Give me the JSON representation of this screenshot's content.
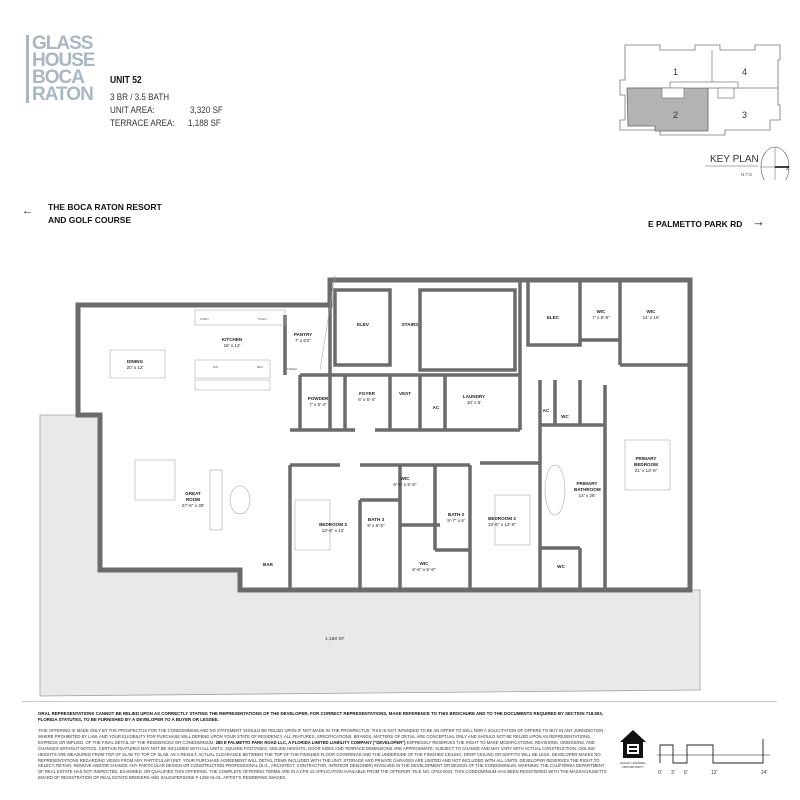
{
  "brand": {
    "logo_lines": [
      "GLASS",
      "HOUSE",
      "BOCA",
      "RATON"
    ]
  },
  "unit": {
    "title": "UNIT 52",
    "beds_baths": "3 BR / 3.5 BATH",
    "unit_area_label": "UNIT AREA:",
    "unit_area_value": "3,320 SF",
    "terrace_area_label": "TERRACE AREA:",
    "terrace_area_value": "1,188 SF"
  },
  "key_plan": {
    "title": "KEY PLAN",
    "subtitle": "N.T.S",
    "units": [
      "1",
      "2",
      "3",
      "4"
    ],
    "highlighted_unit": "2",
    "north_label": "Z",
    "highlight_color": "#b3b3b3"
  },
  "directions": {
    "left_line1": "THE BOCA RATON RESORT",
    "left_line2": "AND GOLF COURSE",
    "right": "E PALMETTO PARK RD"
  },
  "rooms": [
    {
      "name": "DINING",
      "dim": "20' x 12'"
    },
    {
      "name": "KITCHEN",
      "dim": "15' x 12'"
    },
    {
      "name": "PANTRY",
      "dim": "7' x 6'2\""
    },
    {
      "name": "POWDER",
      "dim": "7' x 5'-4\""
    },
    {
      "name": "ELEV",
      "dim": ""
    },
    {
      "name": "STAIRS",
      "dim": ""
    },
    {
      "name": "FOYER",
      "dim": "6' x 5'-4\""
    },
    {
      "name": "VEST",
      "dim": ""
    },
    {
      "name": "AC",
      "dim": ""
    },
    {
      "name": "LAUNDRY",
      "dim": "10' x 5'"
    },
    {
      "name": "ELEC",
      "dim": ""
    },
    {
      "name": "WIC",
      "dim": "7' x 6'-8\""
    },
    {
      "name": "WIC",
      "dim": "14' x 15'"
    },
    {
      "name": "AC",
      "dim": ""
    },
    {
      "name": "WC",
      "dim": ""
    },
    {
      "name": "GREAT ROOM",
      "dim": "27'-6\" x 30'"
    },
    {
      "name": "BEDROOM 3",
      "dim": "13'-6\" x 12'"
    },
    {
      "name": "BATH 3",
      "dim": "9' x 6'-5\""
    },
    {
      "name": "WIC",
      "dim": "6'-6\" x 5'-6\""
    },
    {
      "name": "BATH 2",
      "dim": "9'-7\" x 6'"
    },
    {
      "name": "WIC",
      "dim": "6'-6\" x 5'-6\""
    },
    {
      "name": "BAR",
      "dim": ""
    },
    {
      "name": "BEDROOM 2",
      "dim": "13'-6\" x 12'-6\""
    },
    {
      "name": "PRIMARY BATHROOM",
      "dim": "14' x 26'"
    },
    {
      "name": "PRIMARY BEDROOM",
      "dim": "21' x 13'-6\""
    },
    {
      "name": "WC",
      "dim": ""
    }
  ],
  "appliance_labels": {
    "oven1": "OVEN",
    "oven2": "OVEN",
    "freezer": "FREEZ",
    "dw": "DW",
    "bev": "BEV"
  },
  "terrace": {
    "area": "1,188 SF"
  },
  "legal": {
    "bold_line": "ORAL REPRESENTATIONS CANNOT BE RELIED UPON AS CORRECTLY STATING THE REPRESENTATIONS OF THE DEVELOPER. FOR CORRECT REPRESENTATIONS, MAKE REFERENCE TO THIS BROCHURE AND TO THE DOCUMENTS REQUIRED BY SECTION 718.503, FLORIDA STATUTES, TO BE FURNISHED BY A DEVELOPER TO A BUYER OR LESSEE.",
    "body_part1": "THIS OFFERING IS MADE ONLY BY THE PROSPECTUS FOR THE CONDOMINIUM AND NO STATEMENT SHOULD BE RELIED UPON IF NOT MADE IN THE PROSPECTUS. THIS IS NOT INTENDED TO BE AN OFFER TO SELL NOR A SOLICITATION OF OFFERS TO BUY IN ANY JURISDICTION WHERE PROHIBITED BY LAW, AND YOUR ELIGIBILITY FOR PURCHASE WILL DEPEND UPON YOUR STATE OF RESIDENCY. ALL FEATURES, SPECIFICATIONS, BRANDS, MATTERS OF DETAIL ARE CONCEPTUAL ONLY AND SHOULD NOT BE RELIED UPON AS REPRESENTATIONS, EXPRESS OR IMPLIED, OF THE FINAL DETAIL OF THE RESIDENCES OR CONDOMINIUM. ",
    "body_bold": "280 E PALMETTO PARK ROAD LLC, A FLORIDA LIMITED LIABILITY COMPANY (\"DEVELOPER\")",
    "body_part2": " EXPRESSLY RESERVES THE RIGHT TO MAKE MODIFICATIONS, REVISIONS, OMISSIONS, AND CHANGES WITHOUT NOTICE. CERTAIN FEATURES MAY NOT BE INCLUDED WITH ALL UNITS. SQUARE FOOTAGES, CEILING HEIGHTS, DOOR SIZES AND TERRACE DIMENSIONS ARE APPROXIMATE, SUBJECT TO CHANGE AND MAY VARY WITH ACTUAL CONSTRUCTION. CEILING HEIGHTS ARE MEASURED FROM TOP OF SLAB TO TOP OF SLAB. AS A RESULT, ACTUAL CLEARANCE BETWEEN THE TOP OF THE FINISHED FLOOR COVERINGS AND THE UNDERSIDE OF THE FINISHED CEILING, DROP CEILING OR SOFFITS WILL BE LESS. DEVELOPER MAKES NO REPRESENTATIONS REGARDING VIEWS FROM ANY PARTICULAR UNIT. YOUR PURCHASE AGREEMENT WILL DETAIL ITEMS INCLUDED WITH THE UNIT. STORAGE AND PRIVATE GARAGES ARE LIMITED AND NOT INCLUDED WITH ALL UNITS. DEVELOPER RESERVES THE RIGHT TO SELECT, RETAIN, REMOVE AND/OR CHANGE ANY PARTICULAR DESIGN OR CONSTRUCTION PROFESSIONAL (E.G., ARCHITECT, CONTRACTOR, INTERIOR DESIGNER) INVOLVED IN THE DEVELOPMENT OR DESIGN OF THE CONDOMINIUM. WARNING: THE CALIFORNIA DEPARTMENT OF REAL ESTATE HAS NOT INSPECTED, EXAMINED, OR QUALIFIED THIS OFFERING. THE COMPLETE OFFERING TERMS ARE IN A CPS-12 APPLICATION AVAILABLE FROM THE OFFEROR: FILE NO. CP24-0033. THIS CONDOMINIUM HAS BEEN REGISTERED WITH THE MASSACHUSETTS BOARD OF REGISTRATION OF REAL ESTATE BROKERS AND SALESPERSONS F-1292-01-01. ARTIST'S RENDERING IMAGES."
  },
  "equal_housing": {
    "label": "EQUAL HOUSING OPPORTUNITY"
  },
  "scale_bar": {
    "ticks": [
      "0'",
      "3'",
      "6'",
      "12'",
      "24'"
    ]
  },
  "colors": {
    "wall": "#6b6b6b",
    "terrace": "#e9e9e9",
    "logo": "#a9b6c4"
  }
}
